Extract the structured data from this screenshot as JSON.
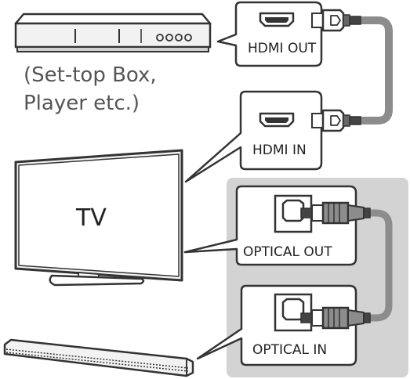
{
  "diagram": {
    "set_top_box": {
      "caption_line1": "(Set-top Box,",
      "caption_line2": "Player etc.)",
      "port_label": "HDMI OUT"
    },
    "tv": {
      "label": "TV",
      "hdmi_port_label": "HDMI IN",
      "optical_port_label": "OPTICAL OUT"
    },
    "soundbar": {
      "optical_port_label": "OPTICAL IN"
    },
    "colors": {
      "outline": "#333333",
      "device_fill": "#f2f2f2",
      "optical_panel": "#d3d3d3",
      "cable": "#8c8c8c",
      "caption_text": "#555555"
    }
  }
}
